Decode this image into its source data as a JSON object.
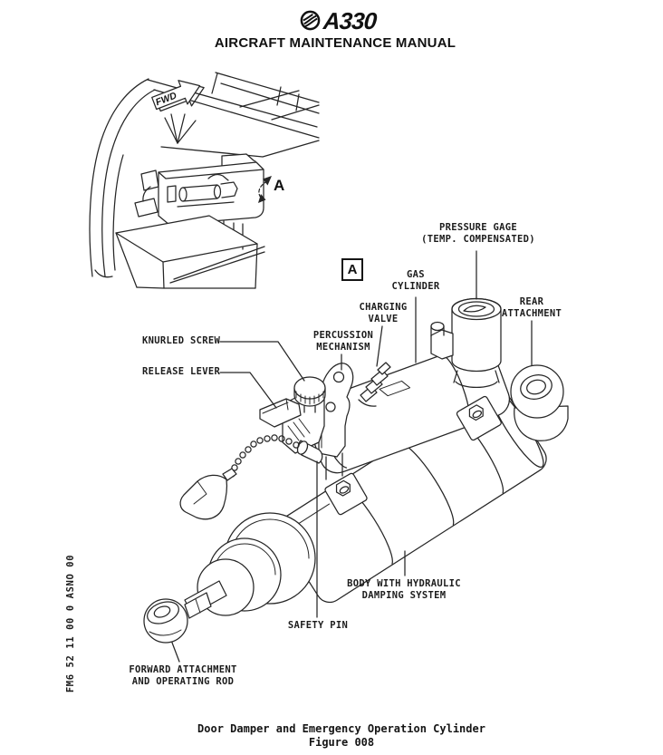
{
  "header": {
    "logo_text": "A330",
    "manual_title": "AIRCRAFT MAINTENANCE MANUAL"
  },
  "inset": {
    "fwd_label": "FWD",
    "detail_letter": "A"
  },
  "diagram": {
    "detail_box_letter": "A",
    "labels": {
      "pressure_gage": "PRESSURE GAGE\n(TEMP. COMPENSATED)",
      "gas_cylinder": "GAS\nCYLINDER",
      "charging_valve": "CHARGING\nVALVE",
      "percussion_mechanism": "PERCUSSION\nMECHANISM",
      "rear_attachment": "REAR\nATTACHMENT",
      "knurled_screw": "KNURLED SCREW",
      "release_lever": "RELEASE LEVER",
      "body": "BODY WITH HYDRAULIC\nDAMPING SYSTEM",
      "safety_pin": "SAFETY PIN",
      "forward_attachment": "FORWARD ATTACHMENT\nAND OPERATING ROD"
    }
  },
  "sidebar": {
    "reference_code": "FM6 52 11 00 0 ASNO 00"
  },
  "caption": {
    "title": "Door Damper and Emergency Operation Cylinder",
    "figure_label": "Figure 008"
  }
}
